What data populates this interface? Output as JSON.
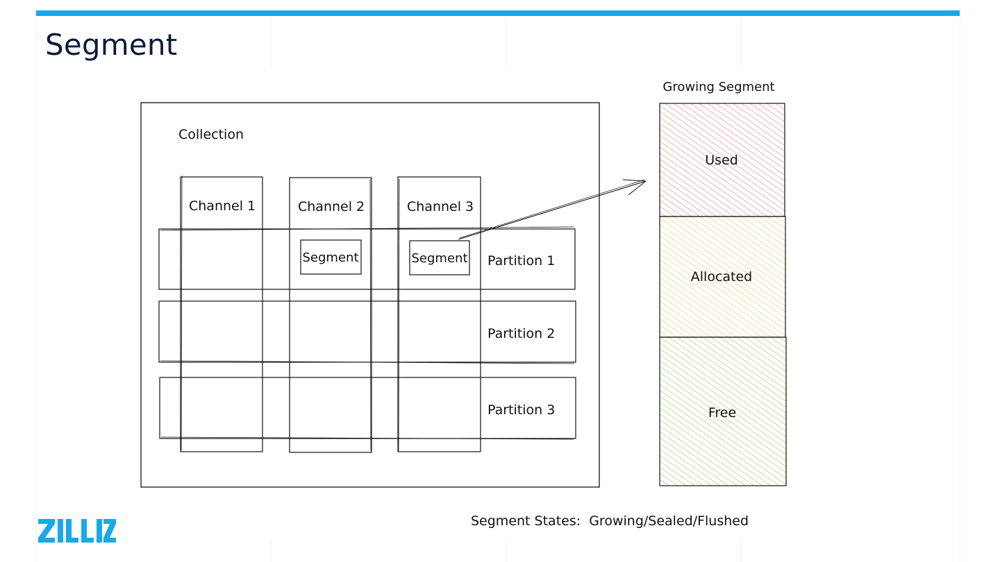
{
  "slide": {
    "title": "Segment",
    "accent_color": "#1aa8e8"
  },
  "diagram": {
    "collection_label": "Collection",
    "channels": [
      "Channel 1",
      "Channel 2",
      "Channel 3"
    ],
    "partitions": [
      "Partition 1",
      "Partition 2",
      "Partition 3"
    ],
    "segments": [
      "Segment",
      "Segment"
    ],
    "growing_segment": {
      "title": "Growing Segment",
      "regions": [
        {
          "label": "Used",
          "color": "#e57373"
        },
        {
          "label": "Allocated",
          "color": "#e8c246"
        },
        {
          "label": "Free",
          "color": "#8fc74a"
        }
      ]
    },
    "states_caption": "Segment States:  Growing/Sealed/Flushed"
  },
  "footer": {
    "logo_text": "ZILLIZ",
    "logo_icon": "zilliz-logo"
  }
}
